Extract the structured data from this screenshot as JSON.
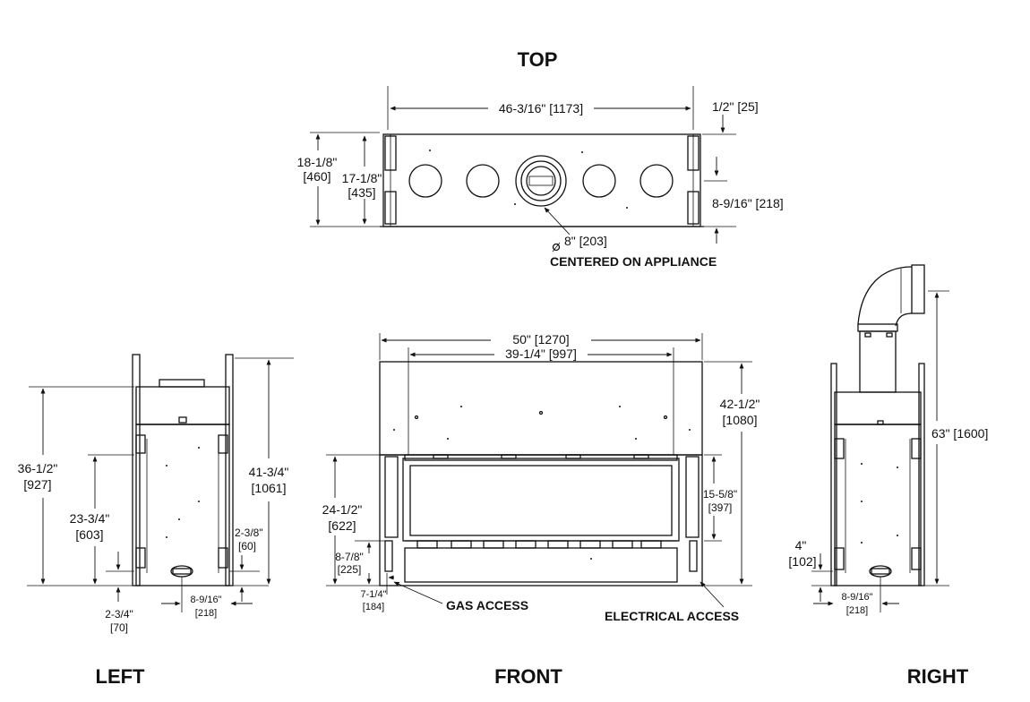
{
  "views": {
    "top": {
      "title": "TOP",
      "width": "46-3/16\" [1173]",
      "clearance": "1/2\" [25]",
      "depth_outer_a": "18-1/8\"",
      "depth_outer_b": "[460]",
      "depth_inner_a": "17-1/8\"",
      "depth_inner_b": "[435]",
      "flue_offset": "8-9/16\" [218]",
      "flue_dia": "8\" [203]",
      "centered_note": "CENTERED ON APPLIANCE"
    },
    "left": {
      "title": "LEFT",
      "h1_a": "36-1/2\"",
      "h1_b": "[927]",
      "h2_a": "23-3/4\"",
      "h2_b": "[603]",
      "h3_a": "41-3/4\"",
      "h3_b": "[1061]",
      "side_a": "2-3/8\"",
      "side_b": "[60]",
      "bottom_a": "2-3/4\"",
      "bottom_b": "[70]",
      "gas_a": "8-9/16\"",
      "gas_b": "[218]"
    },
    "front": {
      "title": "FRONT",
      "overall_width": "50\" [1270]",
      "inner_width": "39-1/4\" [997]",
      "height_a": "42-1/2\"",
      "height_b": "[1080]",
      "open_height_a": "24-1/2\"",
      "open_height_b": "[622]",
      "glass_a": "15-5/8\"",
      "glass_b": "[397]",
      "lower_a": "8-7/8\"",
      "lower_b": "[225]",
      "base_a": "7-1/4\"",
      "base_b": "[184]",
      "gas_access": "GAS ACCESS",
      "electrical_access": "ELECTRICAL ACCESS"
    },
    "right": {
      "title": "RIGHT",
      "height": "63\" [1600]",
      "low_a": "4\"",
      "low_b": "[102]",
      "gas_a": "8-9/16\"",
      "gas_b": "[218]"
    }
  }
}
